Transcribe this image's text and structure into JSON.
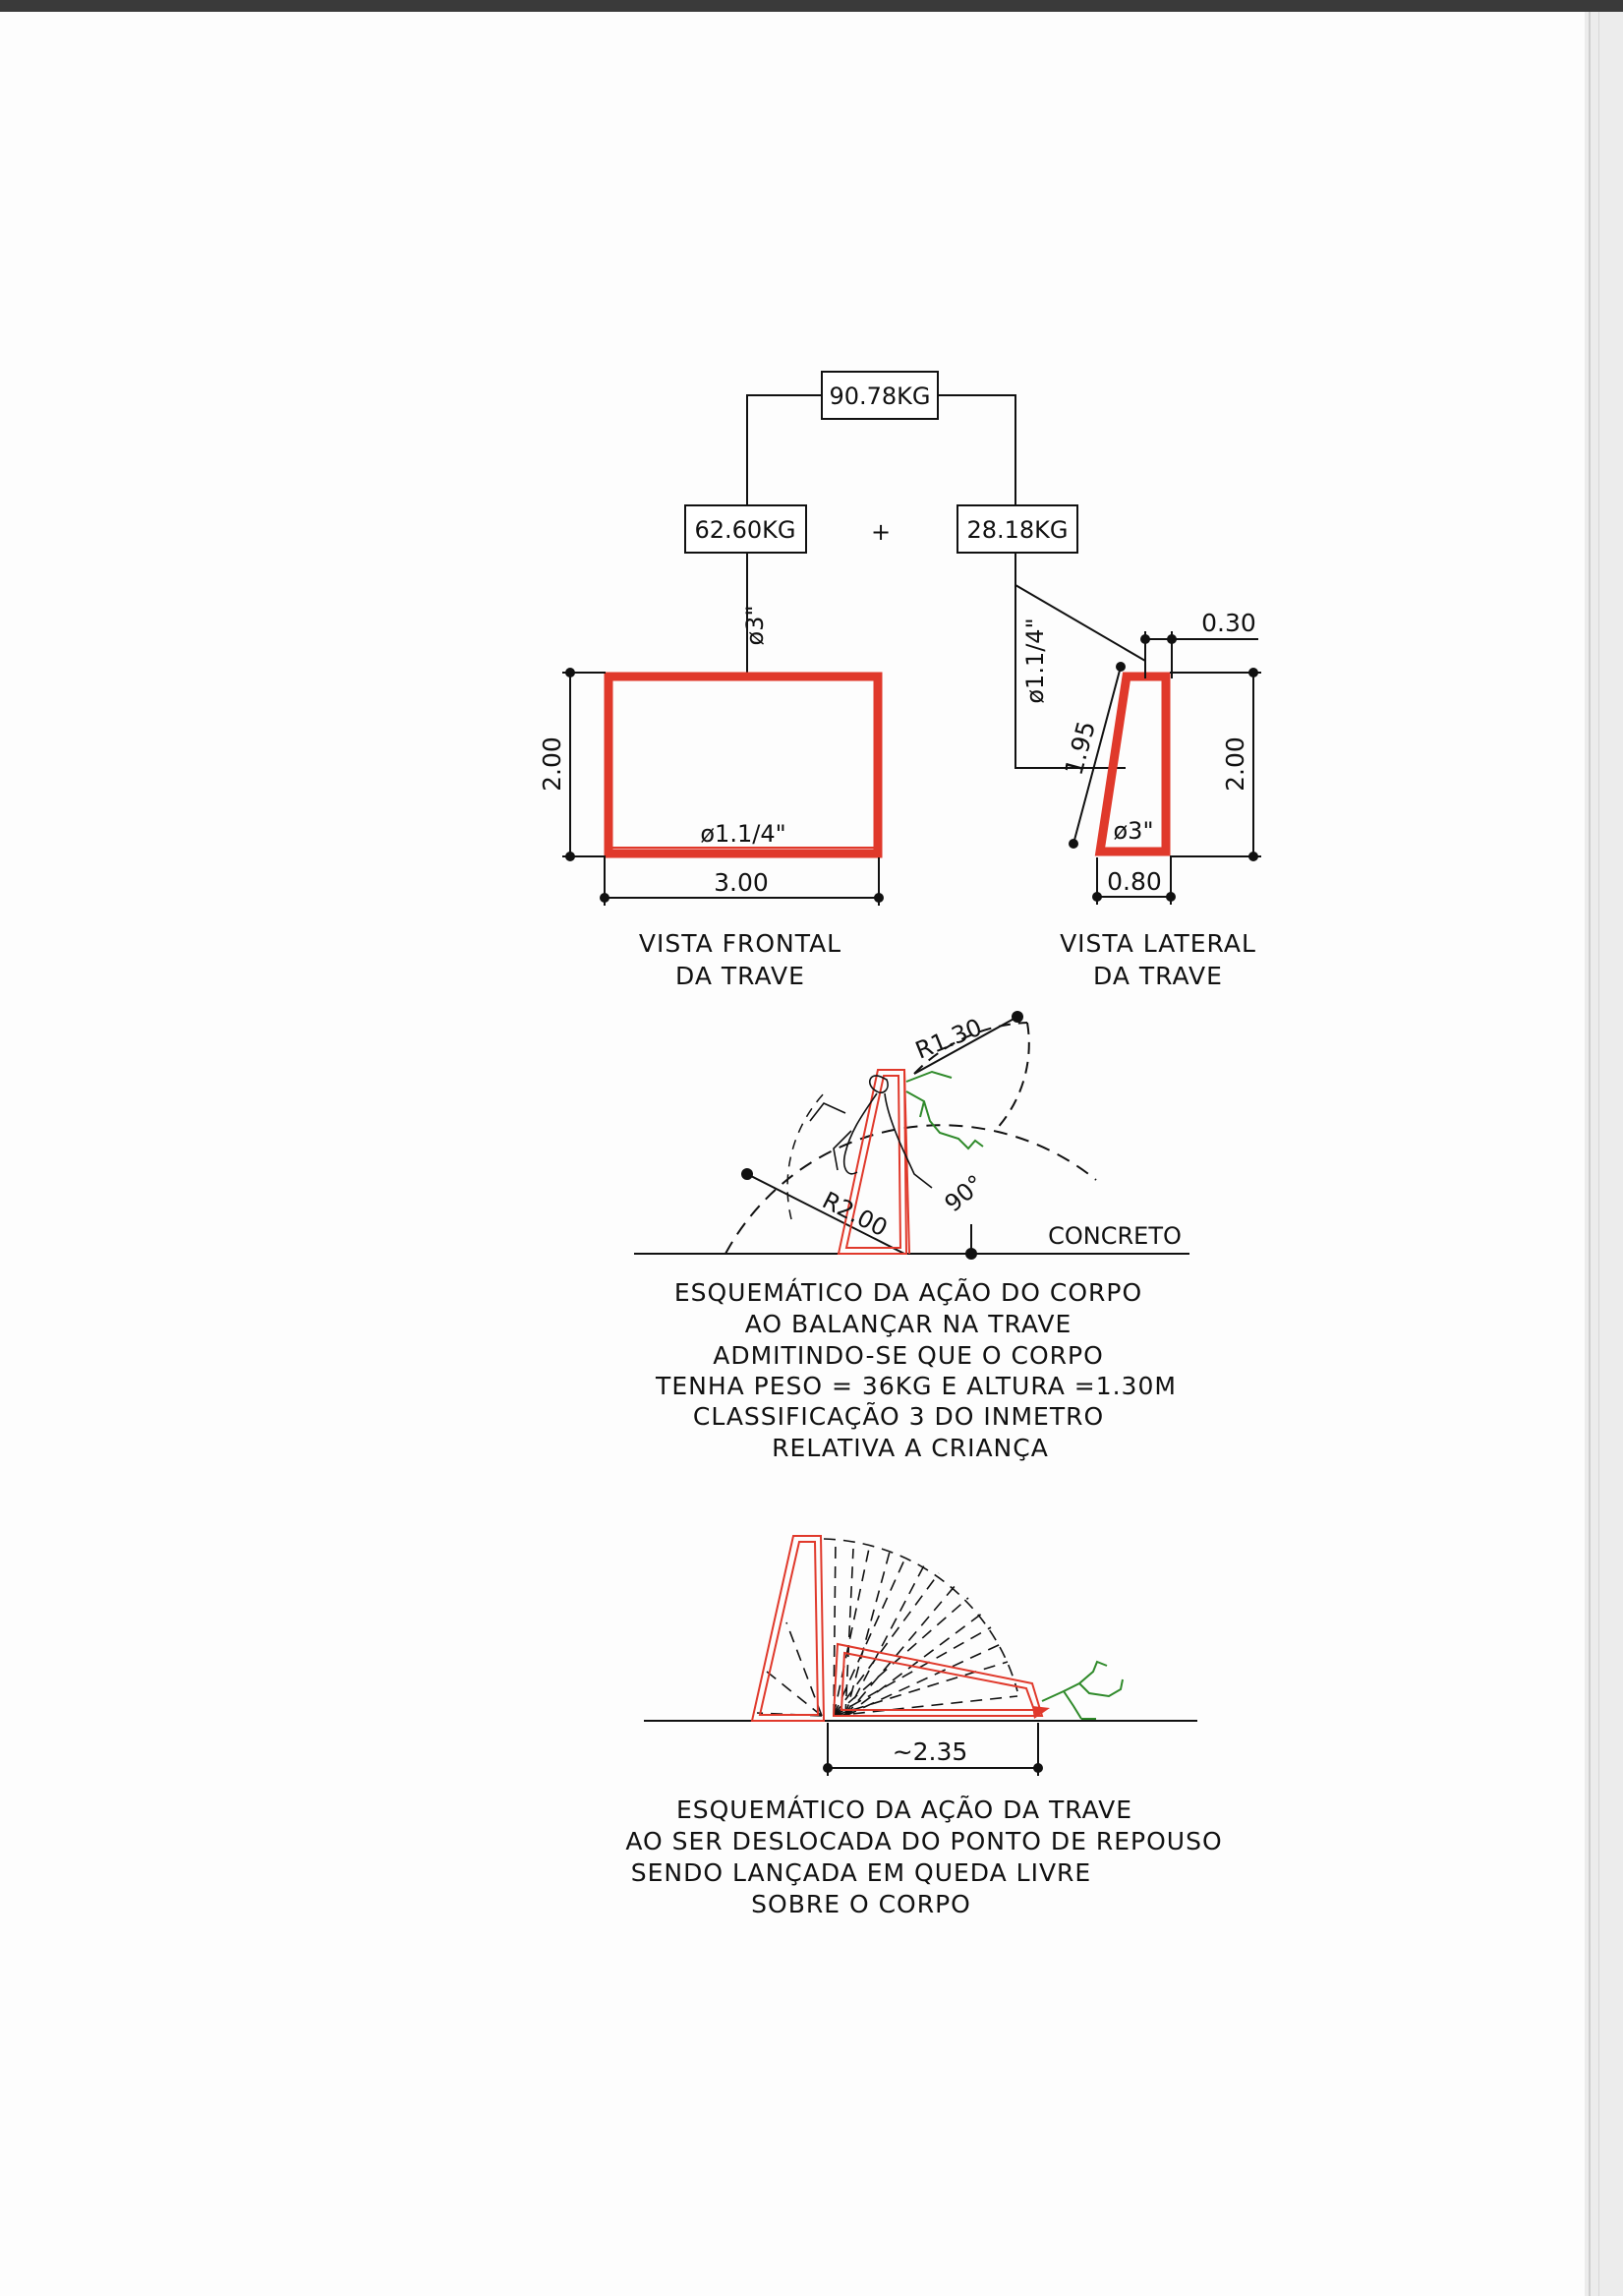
{
  "weights": {
    "total": "90.78KG",
    "left": "62.60KG",
    "plus": "+",
    "right": "28.18KG"
  },
  "frontal": {
    "pipe_top": "ø3\"",
    "pipe_frame": "ø1.1/4\"",
    "height": "2.00",
    "width": "3.00",
    "caption_line1": "VISTA FRONTAL",
    "caption_line2": "DA TRAVE"
  },
  "lateral": {
    "pipe_diag": "ø1.1/4\"",
    "pipe_frame": "ø3\"",
    "top_offset": "0.30",
    "height": "2.00",
    "slant": "1.95",
    "base": "0.80",
    "caption_line1": "VISTA LATERAL",
    "caption_line2": "DA TRAVE"
  },
  "swing": {
    "radius_small": "R1.30",
    "radius_large": "R2.00",
    "angle": "90°",
    "ground": "CONCRETO",
    "caption": [
      "ESQUEMÁTICO DA AÇÃO DO CORPO",
      "AO BALANÇAR NA TRAVE",
      "ADMITINDO-SE QUE O CORPO",
      "TENHA PESO = 36KG E ALTURA =1.30M",
      "CLASSIFICAÇÃO 3 DO INMETRO",
      "RELATIVA A CRIANÇA"
    ]
  },
  "fall": {
    "distance": "~2.35",
    "caption": [
      "ESQUEMÁTICO DA AÇÃO DA TRAVE",
      "AO SER DESLOCADA DO  PONTO DE REPOUSO",
      "SENDO LANÇADA EM QUEDA LIVRE",
      "SOBRE O CORPO"
    ]
  },
  "colors": {
    "frame": "#e0392b",
    "figure": "#2f8a2a",
    "ink": "#111111"
  }
}
